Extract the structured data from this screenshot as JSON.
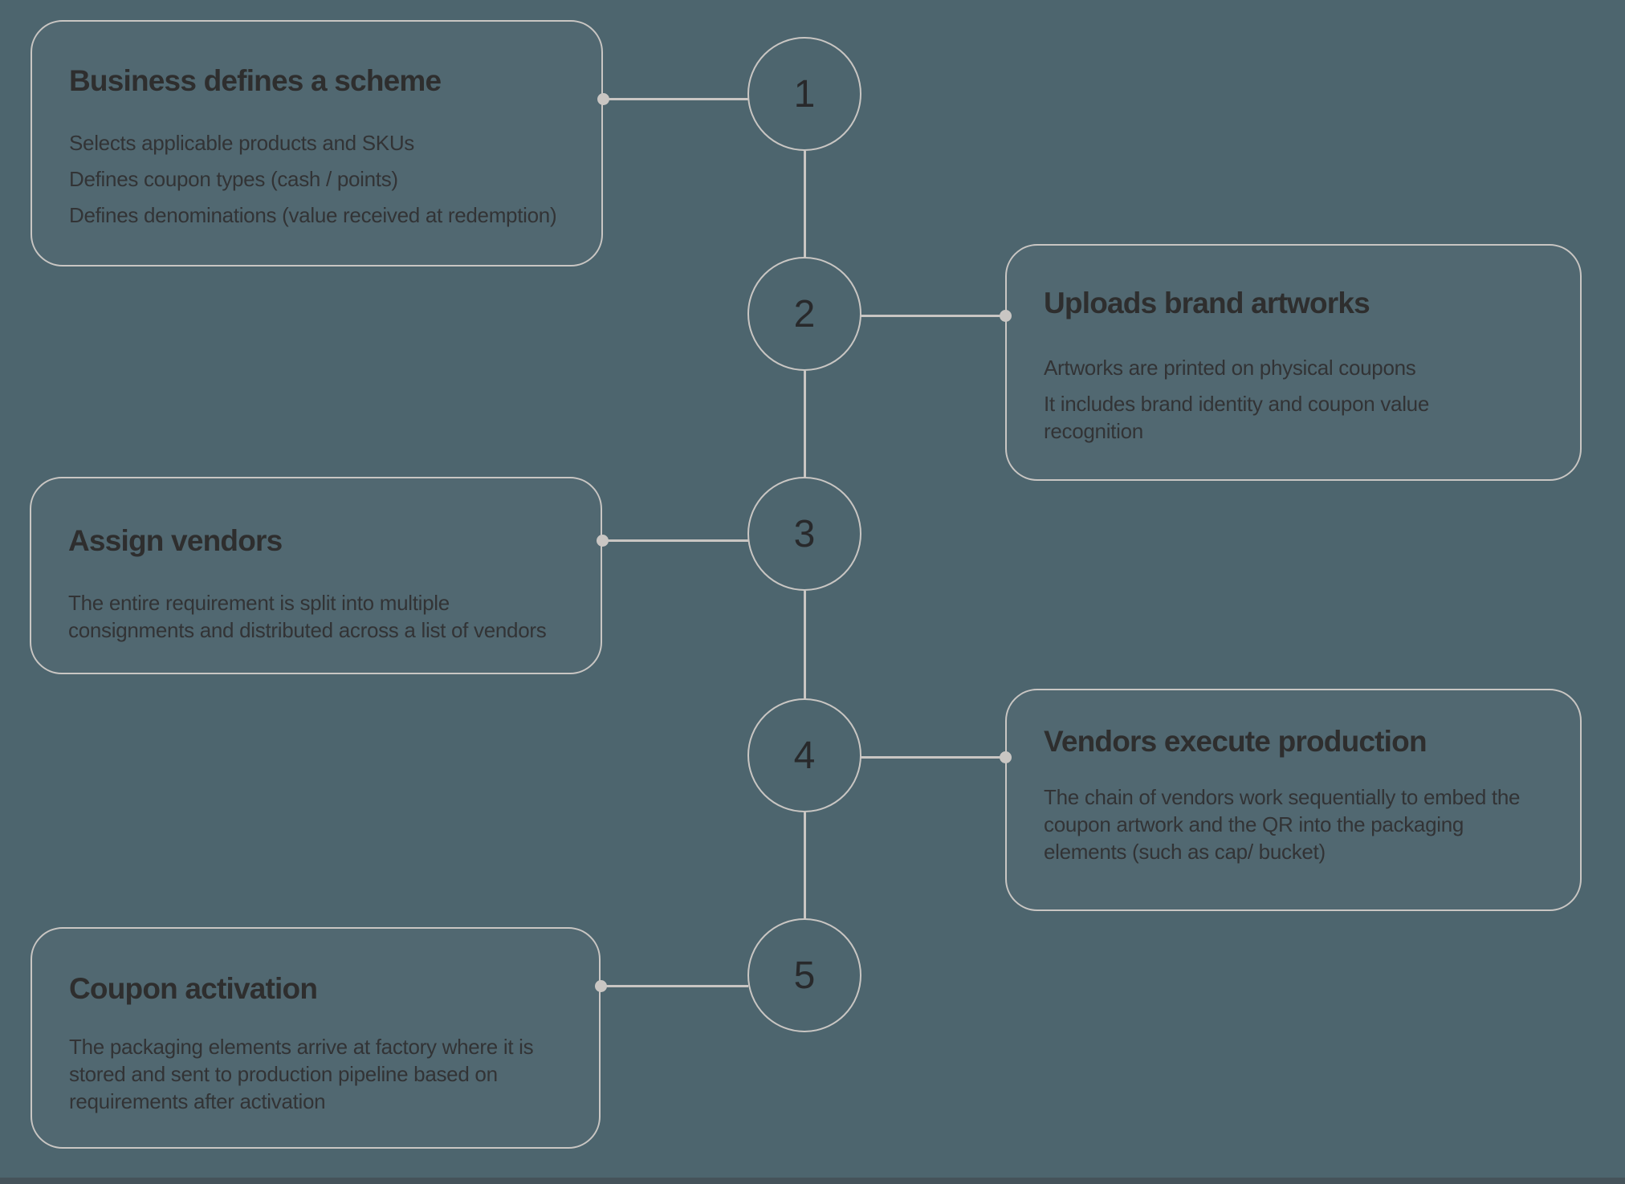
{
  "diagram": {
    "colors": {
      "background": "#4d656e",
      "connector_line": "#c9c6c3",
      "card_border": "#c9c6c3",
      "title_text": "#2e2e2e",
      "body_text": "#323335",
      "number_text": "#28292b",
      "bottom_edge": "#45535a"
    },
    "steps": [
      {
        "number": "1",
        "side": "left",
        "title": "Business defines a scheme",
        "paragraphs": [
          "Selects applicable products and SKUs",
          "Defines coupon types (cash / points)",
          "Defines denominations (value received at redemption)"
        ]
      },
      {
        "number": "2",
        "side": "right",
        "title": "Uploads brand artworks",
        "paragraphs": [
          "Artworks are printed on physical coupons",
          "It includes brand identity and coupon value recognition"
        ]
      },
      {
        "number": "3",
        "side": "left",
        "title": "Assign vendors",
        "paragraphs": [
          "The entire requirement is split into multiple consignments and distributed across a list of vendors"
        ]
      },
      {
        "number": "4",
        "side": "right",
        "title": "Vendors execute production",
        "paragraphs": [
          "The chain of vendors work sequentially to embed the coupon artwork and the QR into the packaging elements (such as cap/ bucket)"
        ]
      },
      {
        "number": "5",
        "side": "left",
        "title": "Coupon activation",
        "paragraphs": [
          "The packaging elements arrive at factory where it is stored and sent to production pipeline based on requirements after activation"
        ]
      }
    ]
  }
}
